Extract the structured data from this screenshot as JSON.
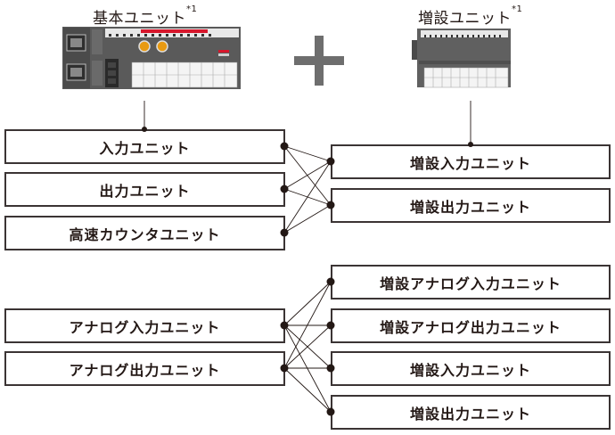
{
  "headers": {
    "basic_unit": "基本ユニット",
    "basic_unit_note": "*1",
    "extension_unit": "増設ユニット",
    "extension_unit_note": "*1"
  },
  "plus_symbol": "+",
  "group1": {
    "left": [
      "入力ユニット",
      "出力ユニット",
      "高速カウンタユニット"
    ],
    "right": [
      "増設入力ユニット",
      "増設出力ユニット"
    ]
  },
  "group2": {
    "left": [
      "アナログ入力ユニット",
      "アナログ出力ユニット"
    ],
    "right": [
      "増設アナログ入力ユニット",
      "増設アナログ出力ユニット",
      "増設入力ユニット",
      "増設出力ユニット"
    ]
  },
  "colors": {
    "line": "#231815",
    "plus": "#6e6e6e",
    "device_body": "#5a5a5a",
    "led_red": "#d7162b",
    "dial_orange": "#e89a12"
  }
}
